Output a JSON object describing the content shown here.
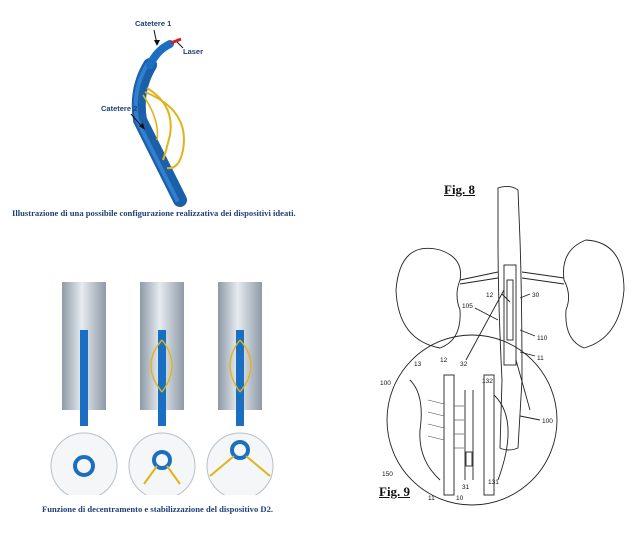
{
  "top_illustration": {
    "labels": {
      "catheter1": "Catetere 1",
      "laser": "Laser",
      "catheter2": "Catetere 2"
    },
    "caption": "Illustrazione di una possibile configurazione realizzativa dei dispositivi ideati."
  },
  "bottom_illustration": {
    "caption": "Funzione di decentramento e stabilizzazione del dispositivo D2."
  },
  "patent_figures": {
    "fig8_title": "Fig. 8",
    "fig9_title": "Fig. 9",
    "fig8_refs": [
      "12",
      "30",
      "105",
      "110",
      "11",
      "100"
    ],
    "fig9_refs": [
      "13",
      "12",
      "32",
      "100",
      "132",
      "150",
      "11",
      "10",
      "31",
      "131"
    ]
  },
  "colors": {
    "caption_blue": "#1f3f7a",
    "catheter_blue": "#1b6fc2",
    "wire_yellow": "#e0b419",
    "laser_red": "#d02020"
  }
}
